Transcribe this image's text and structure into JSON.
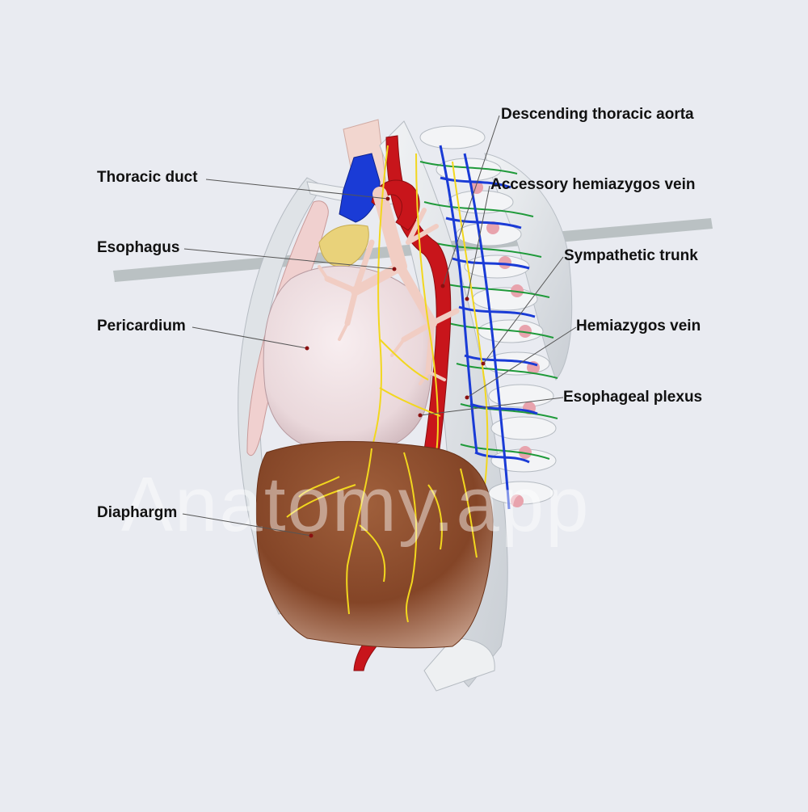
{
  "watermark": "Anatomy.app",
  "labels": {
    "thoracic_duct": "Thoracic duct",
    "esophagus": "Esophagus",
    "pericardium": "Pericardium",
    "diaphragm": "Diaphargm",
    "descending_thoracic_aorta": "Descending thoracic aorta",
    "accessory_hemiazygos_vein": "Accessory hemiazygos vein",
    "sympathetic_trunk": "Sympathetic trunk",
    "hemiazygos_vein": "Hemiazygos vein",
    "esophageal_plexus": "Esophageal plexus"
  },
  "colors": {
    "background": "#e9ebf1",
    "leader_line": "#555555",
    "marker": "#8a1010",
    "aorta": "#c8151b",
    "vein": "#1a3bd6",
    "nerve": "#f2d71e",
    "diaphragm": "#8a4a2c",
    "pericardium": "#efe1e3",
    "bone": "#e4e7ea"
  }
}
